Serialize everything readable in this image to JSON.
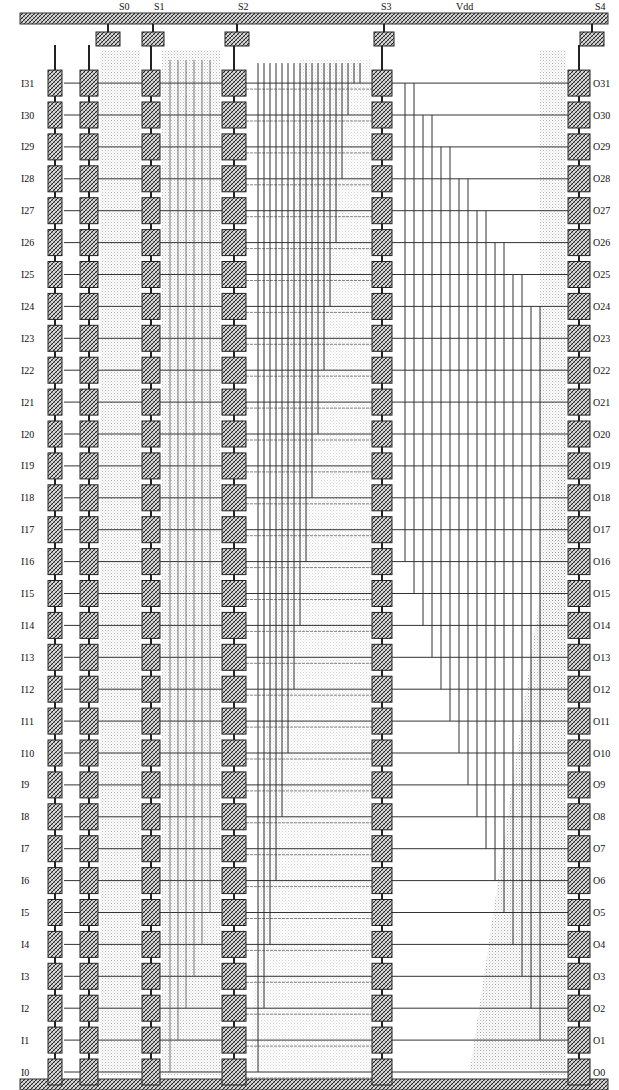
{
  "diagram": {
    "labels": [
      "S0",
      "S1",
      "S2",
      "S3",
      "Vdd",
      "S4",
      "I31",
      "I30",
      "I29",
      "I28",
      "I27",
      "I26",
      "I25",
      "I24",
      "I23",
      "I22",
      "I21",
      "I20",
      "I19",
      "I18",
      "I17",
      "I16",
      "I15",
      "I14",
      "I13",
      "I12",
      "I11",
      "I10",
      "I9",
      "I8",
      "I7",
      "I6",
      "I5",
      "I4",
      "I3",
      "I2",
      "I1",
      "I0",
      "O31",
      "O30",
      "O29",
      "O28",
      "O27",
      "O26",
      "O25",
      "O24",
      "O23",
      "O22",
      "O21",
      "O20",
      "O19",
      "O18",
      "O17",
      "O16",
      "O15",
      "O14",
      "O13",
      "O12",
      "O11",
      "O10",
      "O9",
      "O8",
      "O7",
      "O6",
      "O5",
      "O4",
      "O3",
      "O2",
      "O1",
      "O0"
    ]
  }
}
